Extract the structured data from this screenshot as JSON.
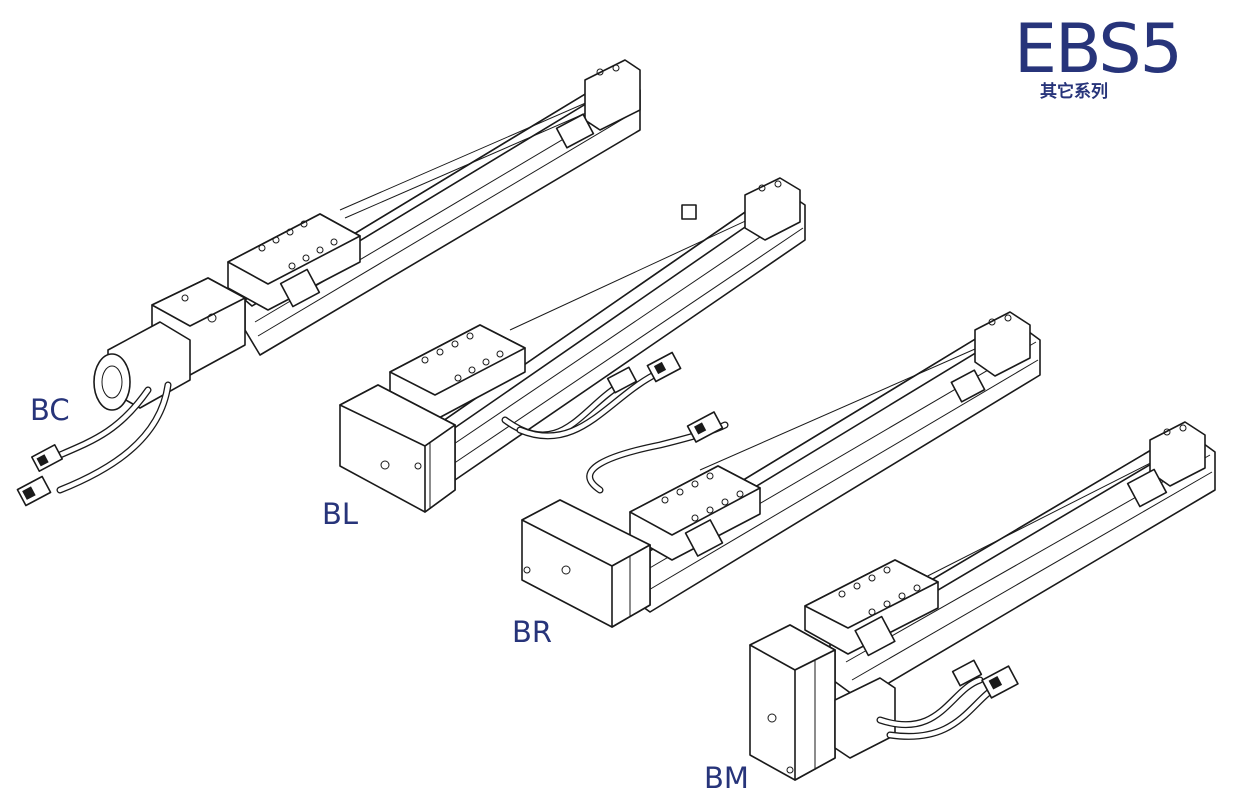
{
  "brand": {
    "title": "EBS5",
    "subtitle": "其它系列",
    "color": "#27347a"
  },
  "variants": [
    {
      "id": "bc",
      "label": "BC"
    },
    {
      "id": "bl",
      "label": "BL"
    },
    {
      "id": "br",
      "label": "BR"
    },
    {
      "id": "bm",
      "label": "BM"
    }
  ],
  "colors": {
    "line": "#1a1a1a",
    "fill": "#ffffff",
    "label": "#27347a"
  }
}
